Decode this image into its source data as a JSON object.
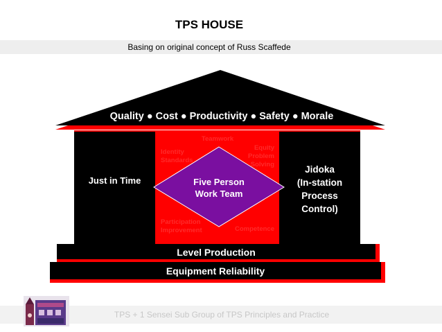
{
  "header": {
    "title": "TPS HOUSE",
    "subtitle": "Basing on original concept of Russ Scaffede"
  },
  "roof": {
    "label": "Quality ● Cost ● Productivity ● Safety ● Morale"
  },
  "pillars": {
    "left": "Just in Time",
    "right_lines": [
      "Jidoka",
      "(In-station",
      "Process",
      "Control)"
    ]
  },
  "center": {
    "core_lines": [
      "Five Person",
      "Work Team"
    ],
    "teamwork": "Teamwork",
    "identity": [
      "Identity",
      "Standards"
    ],
    "equity": [
      "Equity",
      "Problem",
      "Solving"
    ],
    "participation": [
      "Participation",
      "Improvement"
    ],
    "competence": "Competence"
  },
  "foundation": {
    "level": "Level Production",
    "equipment": "Equipment Reliability"
  },
  "footer": {
    "text": "TPS + 1 Sensei Sub Group of TPS Principles and Practice"
  },
  "colors": {
    "house": "#000000",
    "accent": "#ff0000",
    "diamond": "#7a0fa0",
    "highlight": "#ff2a2a"
  }
}
